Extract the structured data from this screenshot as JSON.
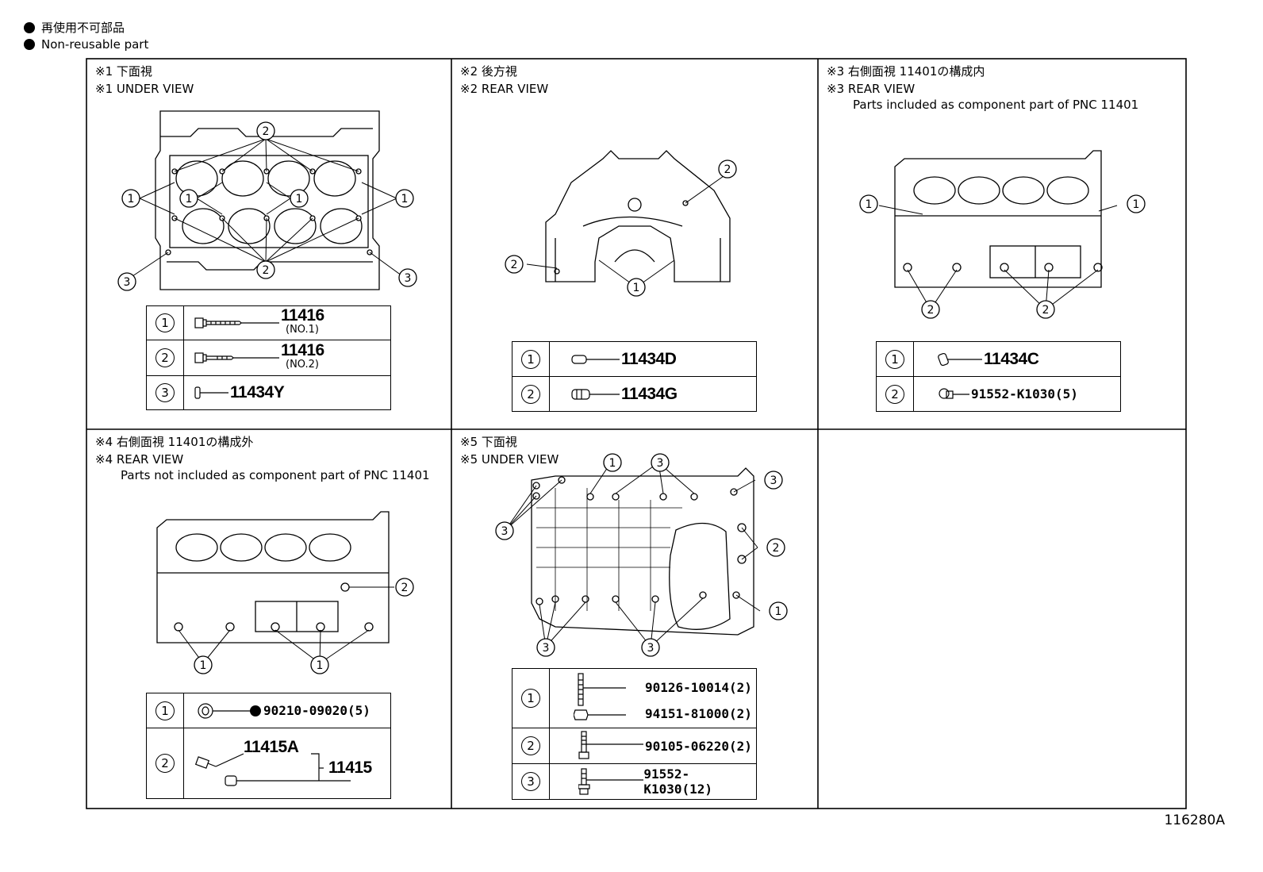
{
  "legend": {
    "jp": "再使用不可部品",
    "en": "Non-reusable part"
  },
  "panels": [
    {
      "title_jp": "※1 下面視",
      "title_en": "※1 UNDER VIEW",
      "note": ""
    },
    {
      "title_jp": "※2 後方視",
      "title_en": "※2 REAR VIEW",
      "note": ""
    },
    {
      "title_jp": "※3 右側面視 11401の構成内",
      "title_en": "※3 REAR VIEW",
      "note": "Parts included as component part of PNC 11401"
    },
    {
      "title_jp": "※4 右側面視 11401の構成外",
      "title_en": "※4 REAR VIEW",
      "note": "Parts not included as component part of PNC 11401"
    },
    {
      "title_jp": "※5 下面視",
      "title_en": "※5 UNDER VIEW",
      "note": ""
    }
  ],
  "tables": {
    "t1": [
      {
        "n": "1",
        "part": "11416",
        "sub": "(NO.1)"
      },
      {
        "n": "2",
        "part": "11416",
        "sub": "(NO.2)"
      },
      {
        "n": "3",
        "part": "11434Y",
        "sub": ""
      }
    ],
    "t2": [
      {
        "n": "1",
        "part": "11434D"
      },
      {
        "n": "2",
        "part": "11434G"
      }
    ],
    "t3": [
      {
        "n": "1",
        "part": "11434C"
      },
      {
        "n": "2",
        "part": "91552-K1030(5)"
      }
    ],
    "t4": [
      {
        "n": "1",
        "part": "90210-09020(5)"
      },
      {
        "n": "2",
        "part_a": "11415A",
        "part_b": "11415"
      }
    ],
    "t5": [
      {
        "n": "1",
        "part_a": "90126-10014(2)",
        "part_b": "94151-81000(2)"
      },
      {
        "n": "2",
        "part": "90105-06220(2)"
      },
      {
        "n": "3",
        "part": "91552-K1030(12)"
      }
    ]
  },
  "callouts": {
    "c1": "1",
    "c2": "2",
    "c3": "3"
  },
  "ref_code": "116280A"
}
